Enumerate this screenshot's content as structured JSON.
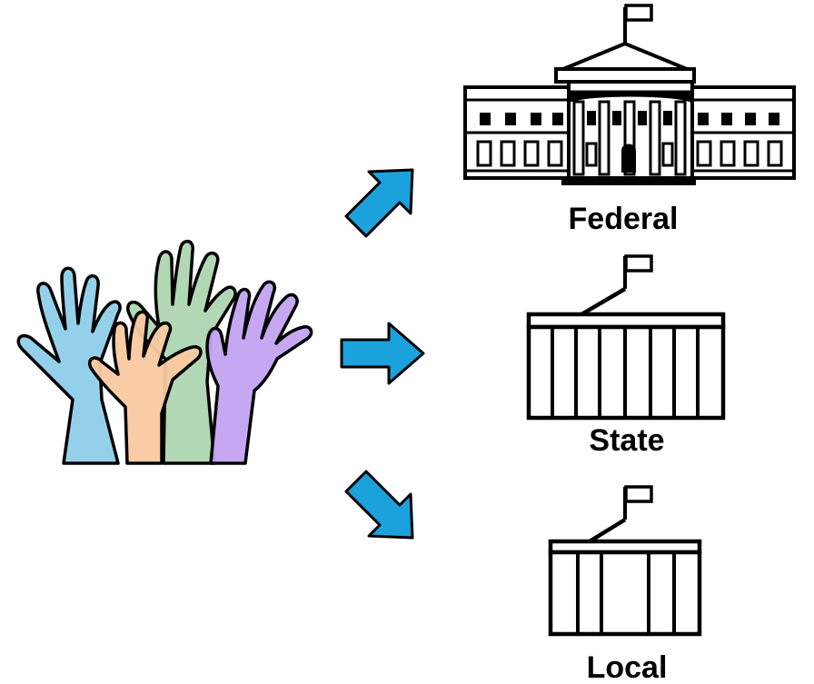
{
  "levels": [
    {
      "id": "federal",
      "label": "Federal",
      "icon": "white-house-icon"
    },
    {
      "id": "state",
      "label": "State",
      "icon": "capitol-building-icon"
    },
    {
      "id": "local",
      "label": "Local",
      "icon": "city-hall-icon"
    }
  ],
  "hands": {
    "icon": "raised-hands-icon",
    "colors": [
      "#8fcdea",
      "#f9c9a0",
      "#aed5b0",
      "#c3a3f1"
    ]
  },
  "arrows": {
    "color": "#1ba1db",
    "directions": [
      "up-right",
      "right",
      "down-right"
    ]
  }
}
